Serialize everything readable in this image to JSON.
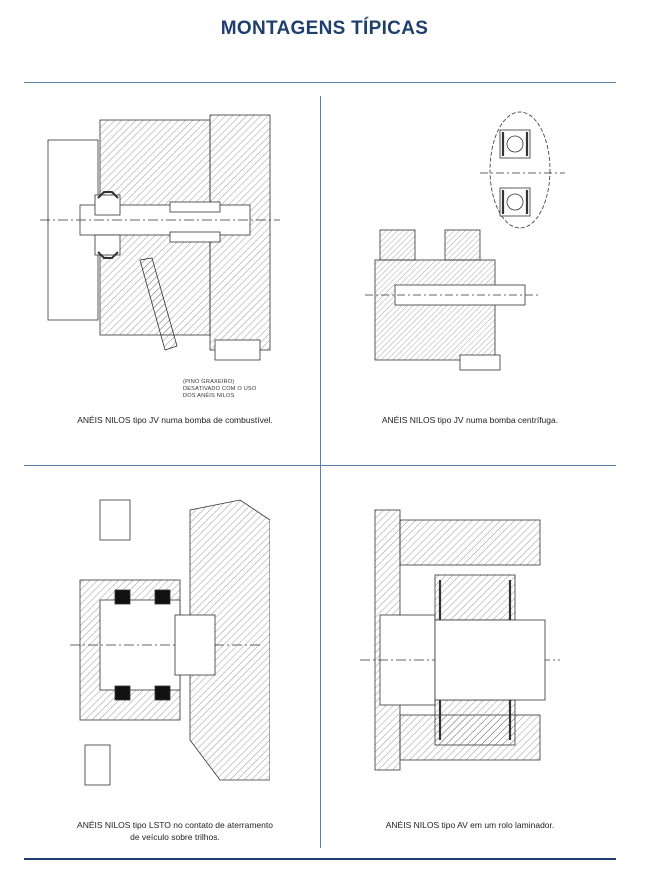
{
  "page": {
    "title": "MONTAGENS TÍPICAS",
    "accent_color": "#1f3f6e",
    "rule_color": "#5b7fa8"
  },
  "figures": [
    {
      "caption": "ANÉIS NILOS tipo JV numa bomba de combustível.",
      "note_lines": [
        "(PINO GRAXEIRO)",
        "DESATIVADO COM O USO",
        "DOS ANÉIS NILOS"
      ]
    },
    {
      "caption": "ANÉIS NILOS tipo JV numa bomba centrífuga."
    },
    {
      "caption_lines": [
        "ANÉIS NILOS tipo LSTO no contato de aterramento",
        "de veículo sobre trilhos."
      ]
    },
    {
      "caption": "ANÉIS NILOS tipo AV em um rolo laminador."
    }
  ]
}
